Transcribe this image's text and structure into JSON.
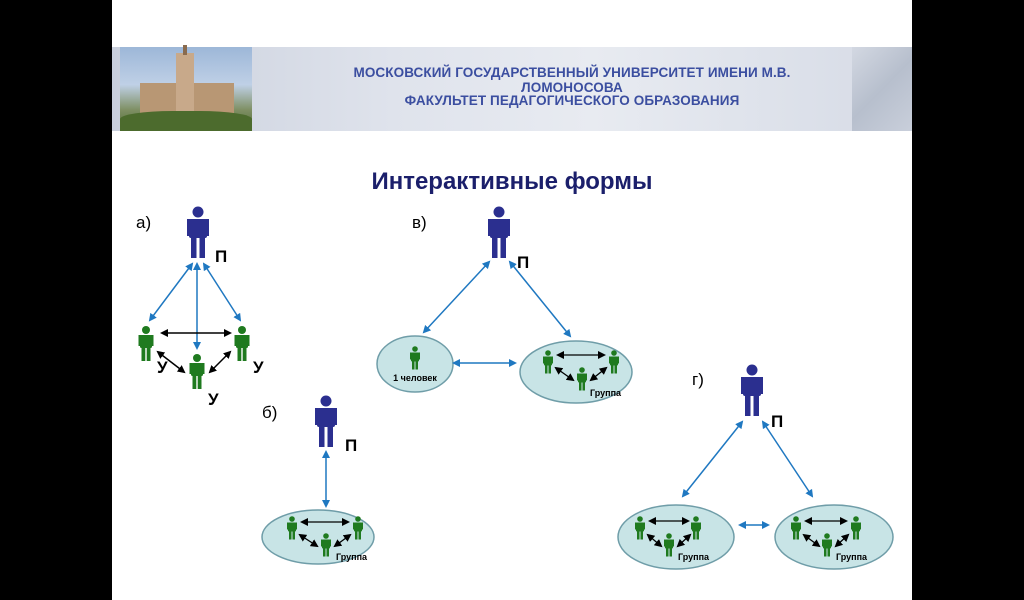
{
  "header": {
    "line1": "МОСКОВСКИЙ ГОСУДАРСТВЕННЫЙ УНИВЕРСИТЕТ ИМЕНИ М.В. ЛОМОНОСОВА",
    "line2": "ФАКУЛЬТЕТ ПЕДАГОГИЧЕСКОГО ОБРАЗОВАНИЯ"
  },
  "title": "Интерактивные формы",
  "diagrams": {
    "a": {
      "label": "а)",
      "teacher": "П",
      "students": [
        "У",
        "У",
        "У"
      ]
    },
    "b": {
      "label": "б)",
      "teacher": "П",
      "group": "Группа"
    },
    "v": {
      "label": "в)",
      "teacher": "П",
      "single": "1 человек",
      "group": "Группа"
    },
    "g": {
      "label": "г)",
      "teacher": "П",
      "groups": [
        "Группа",
        "Группа"
      ]
    }
  },
  "colors": {
    "teacher": "#2b2f8f",
    "student": "#1f7a1f",
    "arrow_blue": "#1f78c1",
    "group_fill": "#c8e4e6"
  }
}
